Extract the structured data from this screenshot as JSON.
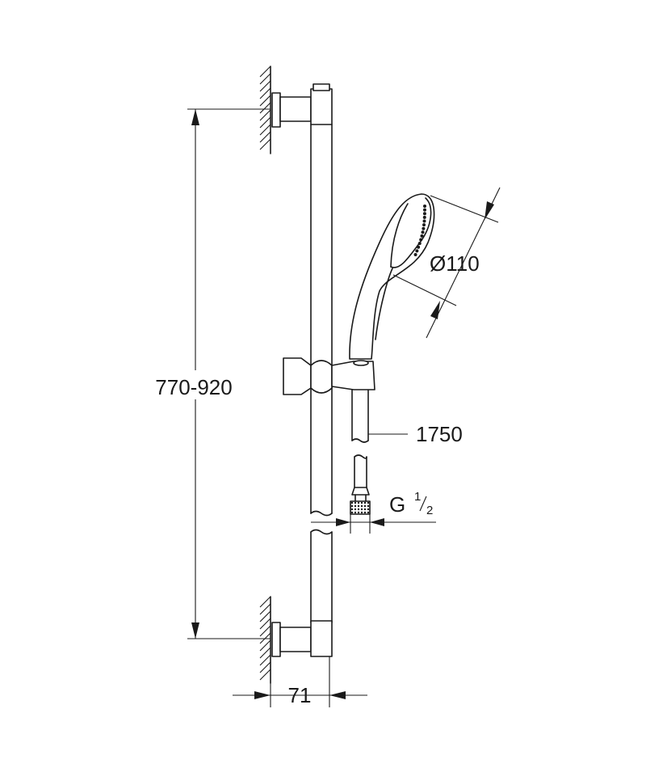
{
  "dimensions": {
    "height_range": "770-920",
    "diameter": "Ø110",
    "hose_length": "1750",
    "thread_letter": "G",
    "thread_num": "1",
    "thread_den": "2",
    "wall_distance": "71"
  },
  "colors": {
    "line": "#1a1a1a",
    "background": "#ffffff"
  }
}
